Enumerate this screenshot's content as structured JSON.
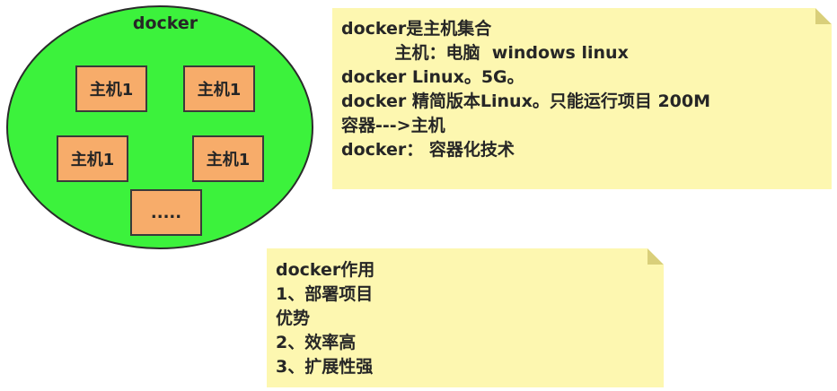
{
  "diagram": {
    "docker_label": "docker",
    "hosts": [
      {
        "label": "主机1"
      },
      {
        "label": "主机1"
      },
      {
        "label": "主机1"
      },
      {
        "label": "主机1"
      },
      {
        "label": "....."
      }
    ],
    "colors": {
      "ellipse_fill": "#3cf23c",
      "host_fill": "#f7ac6a",
      "note_fill": "#fdf7b0"
    }
  },
  "note_top": {
    "lines": [
      "docker是主机集合",
      "         主机：电脑  windows linux",
      "docker Linux。5G。",
      "docker 精简版本Linux。只能运行项目 200M",
      "容器--->主机",
      "docker： 容器化技术"
    ]
  },
  "note_bottom": {
    "lines": [
      "docker作用",
      "1、部署项目",
      "优势",
      "2、效率高",
      "3、扩展性强"
    ]
  }
}
